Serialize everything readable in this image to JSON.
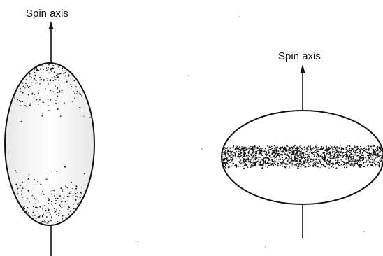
{
  "diagram": {
    "left_body": {
      "axis_label": "Spin axis",
      "shape": "prolate-spheroid",
      "stippled_regions": [
        "top-cap",
        "bottom-cap"
      ]
    },
    "right_body": {
      "axis_label": "Spin axis",
      "shape": "oblate-spheroid",
      "stippled_regions": [
        "equatorial-band"
      ]
    }
  },
  "colors": {
    "ink": "#111111",
    "background": "#ffffff"
  }
}
